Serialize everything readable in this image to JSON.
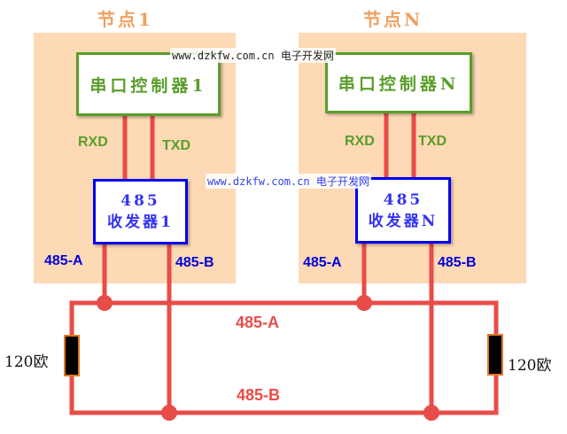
{
  "node1": {
    "title": "节点1",
    "controller": "串口控制器1",
    "rxd": "RXD",
    "txd": "TXD",
    "transceiver_line1": "485",
    "transceiver_line2": "收发器1",
    "a_label": "485-A",
    "b_label": "485-B"
  },
  "nodeN": {
    "title": "节点N",
    "controller": "串口控制器N",
    "rxd": "RXD",
    "txd": "TXD",
    "transceiver_line1": "485",
    "transceiver_line2": "收发器N",
    "a_label": "485-A",
    "b_label": "485-B"
  },
  "bus": {
    "a_label": "485-A",
    "b_label": "485-B",
    "left_resistor": "120欧",
    "right_resistor": "120欧"
  },
  "watermarks": [
    {
      "url": "www.dzkfw.com.cn",
      "name": "电子开发网"
    },
    {
      "url": "www.dzkfw.com.cn",
      "name": "电子开发网"
    }
  ],
  "colors": {
    "wire": "#e84c48",
    "controller": "#5a9e2a",
    "transceiver": "#0000ee",
    "panel": "#fdd9b5"
  }
}
